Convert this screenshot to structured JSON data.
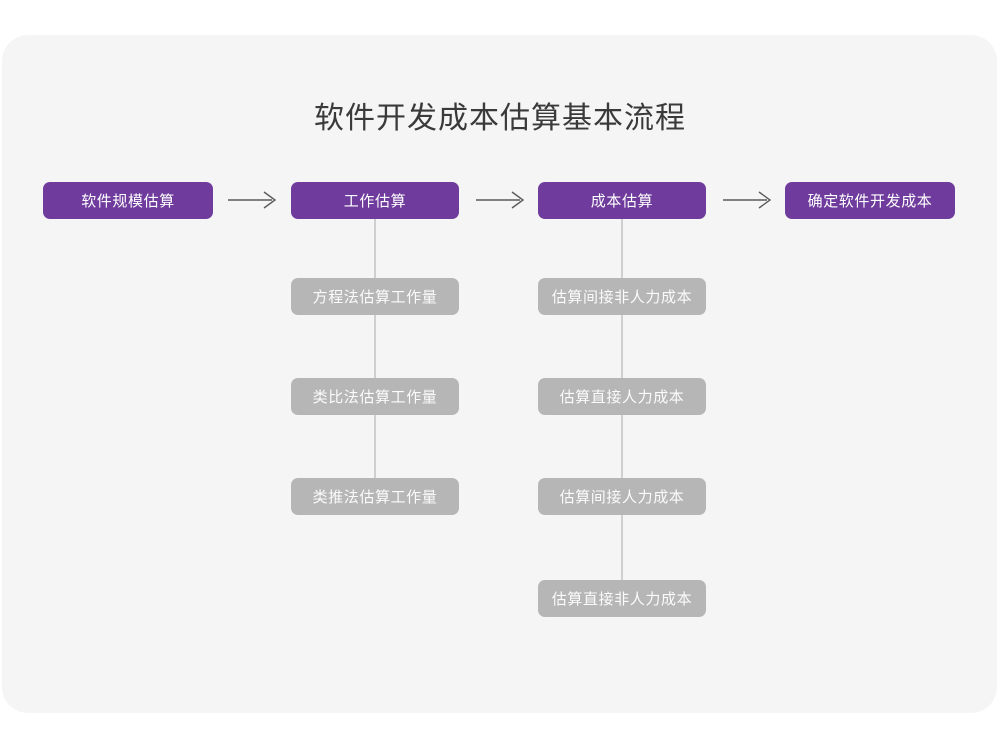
{
  "page": {
    "title": "软件开发成本估算基本流程",
    "background_color": "#ffffff",
    "canvas_color": "#f5f5f5"
  },
  "colors": {
    "primary": "#6f3b9d",
    "secondary": "#b6b6b6",
    "title_text": "#3a3a3a",
    "connector": "#cfcfcf",
    "arrow": "#5a5a5a"
  },
  "chart_data": {
    "type": "diagram",
    "title": "软件开发成本估算基本流程",
    "main_flow": [
      {
        "label": "软件规模估算"
      },
      {
        "label": "工作估算"
      },
      {
        "label": "成本估算"
      },
      {
        "label": "确定软件开发成本"
      }
    ],
    "arrows": [
      {
        "from": "软件规模估算",
        "to": "工作估算",
        "glyph": "→"
      },
      {
        "from": "工作估算",
        "to": "成本估算",
        "glyph": "→"
      },
      {
        "from": "成本估算",
        "to": "确定软件开发成本",
        "glyph": "→"
      }
    ],
    "sub_flows": [
      {
        "parent": "工作估算",
        "items": [
          "方程法估算工作量",
          "类比法估算工作量",
          "类推法估算工作量"
        ]
      },
      {
        "parent": "成本估算",
        "items": [
          "估算间接非人力成本",
          "估算直接人力成本",
          "估算间接人力成本",
          "估算直接非人力成本"
        ]
      }
    ]
  }
}
